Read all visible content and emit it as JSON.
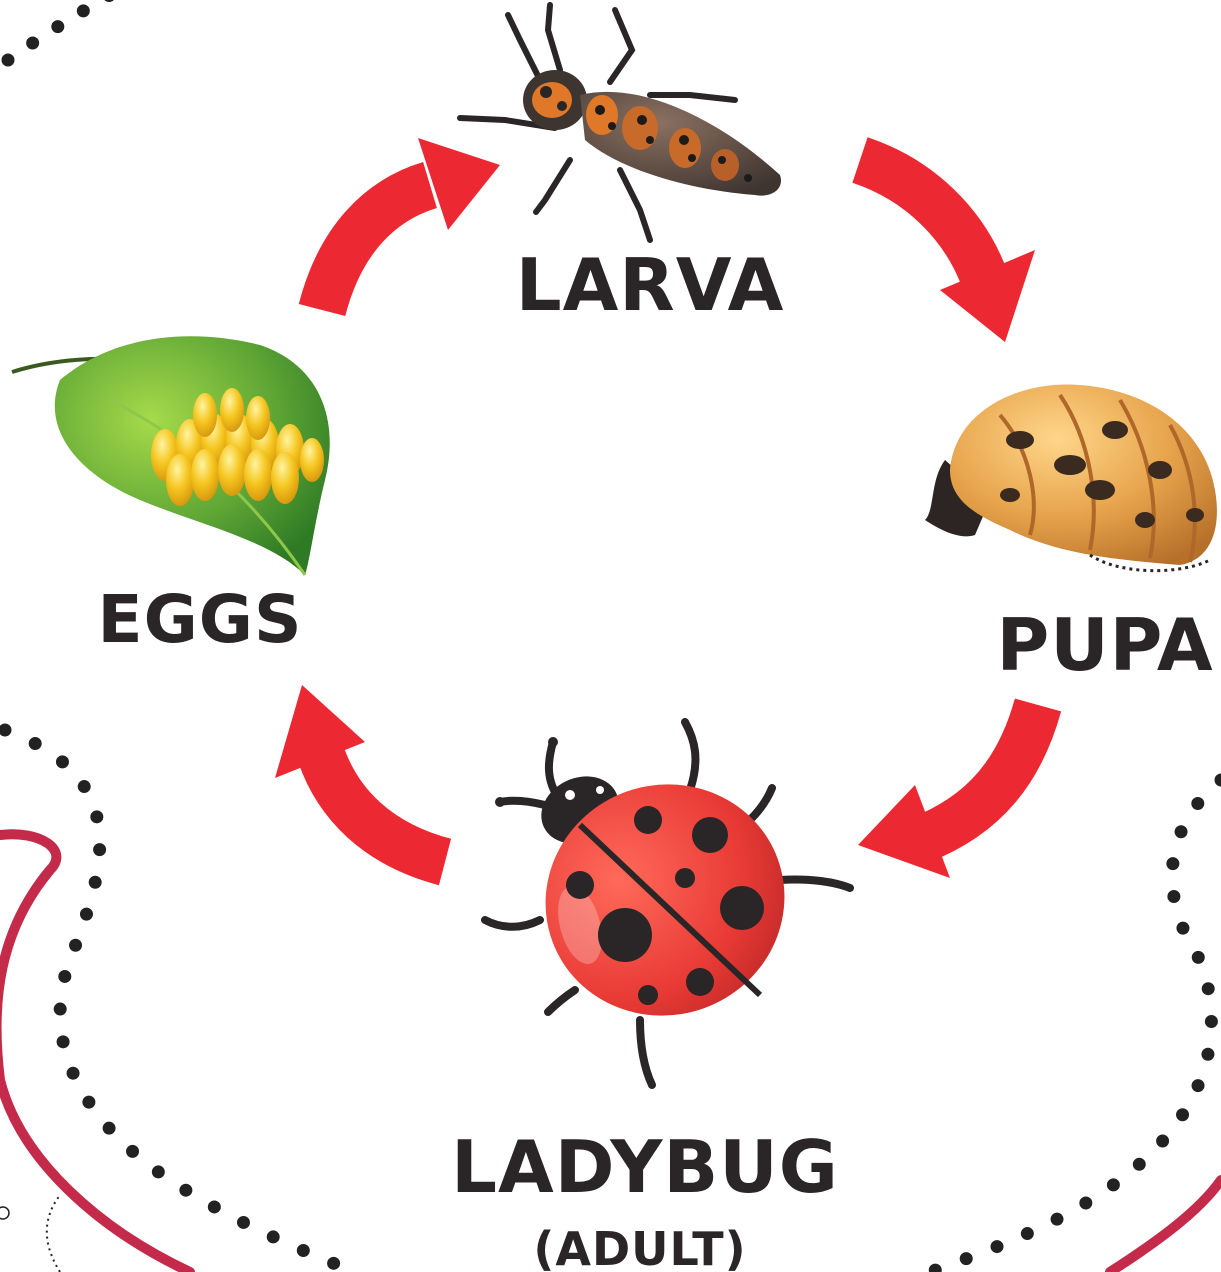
{
  "diagram": {
    "stages": [
      {
        "id": "larva",
        "label": "LARVA"
      },
      {
        "id": "pupa",
        "label": "PUPA"
      },
      {
        "id": "adult",
        "label": "LADYBUG",
        "sublabel": "(ADULT)"
      },
      {
        "id": "eggs",
        "label": "EGGS"
      }
    ],
    "colors": {
      "arrow": "#ec2832",
      "text": "#2a2526",
      "decor_line": "#c42a4a",
      "dots": "#222222"
    }
  }
}
